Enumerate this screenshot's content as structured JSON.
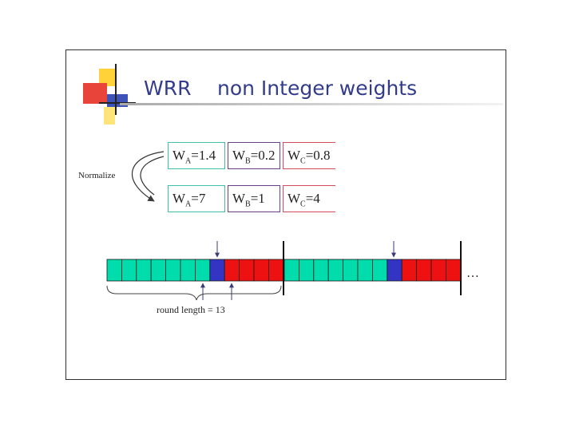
{
  "title": {
    "part1": "WRR",
    "part2": "non Integer weights"
  },
  "weights_original": [
    {
      "var": "W",
      "sub": "A",
      "value": "=1.4"
    },
    {
      "var": "W",
      "sub": "B",
      "value": "=0.2"
    },
    {
      "var": "W",
      "sub": "C",
      "value": "=0.8"
    }
  ],
  "weights_normalized": [
    {
      "var": "W",
      "sub": "A",
      "value": "=7"
    },
    {
      "var": "W",
      "sub": "B",
      "value": "=1"
    },
    {
      "var": "W",
      "sub": "C",
      "value": "=4"
    }
  ],
  "normalize_label": "Normalize",
  "round_label": "round length = 13",
  "ellipsis": "…",
  "colors": {
    "A": "#00dcac",
    "B": "#3434c4",
    "C": "#ee1111",
    "title": "#333c8a"
  },
  "schedule": {
    "round_1": [
      "A",
      "A",
      "A",
      "A",
      "A",
      "A",
      "A",
      "B",
      "C",
      "C",
      "C",
      "C"
    ],
    "round_2": [
      "A",
      "A",
      "A",
      "A",
      "A",
      "A",
      "A",
      "B",
      "C",
      "C",
      "C",
      "C"
    ]
  }
}
